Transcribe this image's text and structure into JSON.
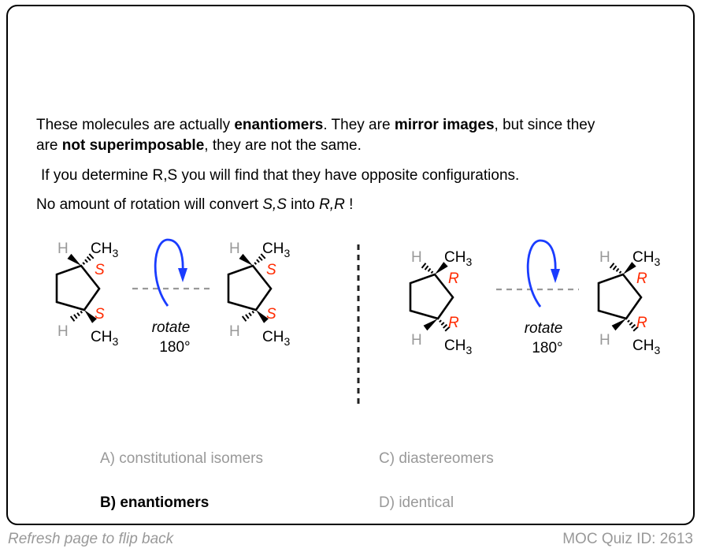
{
  "explanation": {
    "p1_a": "These molecules are actually ",
    "p1_b": "enantiomers",
    "p1_c": ". They are ",
    "p1_d": "mirror images",
    "p1_e": ", but since they",
    "p1_f": "are ",
    "p1_g": "not superimposable",
    "p1_h": ", they are not the same.",
    "p2": "If you determine R,S you will find that they have opposite configurations.",
    "p3_a": "No amount of rotation will convert ",
    "p3_b": "S,S",
    "p3_c": " into ",
    "p3_d": "R,R",
    "p3_e": " !"
  },
  "molecules": [
    {
      "label_top": "S",
      "label_bottom": "S",
      "h": "H",
      "methyl": "CH",
      "sub": "3"
    },
    {
      "label_top": "S",
      "label_bottom": "S",
      "h": "H",
      "methyl": "CH",
      "sub": "3"
    },
    {
      "label_top": "R",
      "label_bottom": "R",
      "h": "H",
      "methyl": "CH",
      "sub": "3"
    },
    {
      "label_top": "R",
      "label_bottom": "R",
      "h": "H",
      "methyl": "CH",
      "sub": "3"
    }
  ],
  "rotate": {
    "word": "rotate",
    "angle": "180°"
  },
  "answers": {
    "a": "A) constitutional isomers",
    "b": "B) enantiomers",
    "c": "C) diastereomers",
    "d": "D) identical"
  },
  "footer": {
    "left": "Refresh page to flip back",
    "right": "MOC Quiz ID: 2613"
  },
  "colors": {
    "config_label": "#ff2a00",
    "arrow": "#1a3cff",
    "muted": "#999999"
  }
}
